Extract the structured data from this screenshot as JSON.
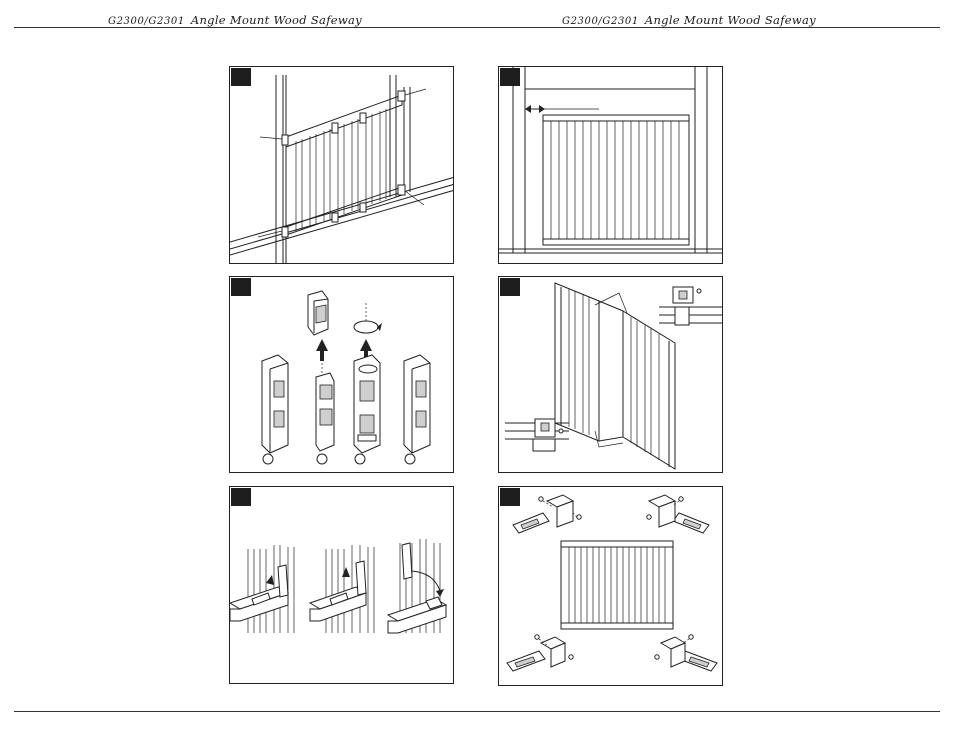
{
  "header": {
    "left": {
      "model": "G2300/G2301",
      "title": "Angle Mount Wood Safeway"
    },
    "right": {
      "model": "G2300/G2301",
      "title": "Angle Mount Wood Safeway"
    }
  },
  "panels": [
    {
      "id": "p1",
      "content": "gate installed at angle between posts, callout lines to hardware"
    },
    {
      "id": "p2",
      "content": "four views of hinge mount assembly with cap, arrows and rotation symbol"
    },
    {
      "id": "p3",
      "content": "three views of gate rail inserting into latch mount"
    },
    {
      "id": "p4",
      "content": "gate in doorway with gap measurement arrow"
    },
    {
      "id": "p5",
      "content": "folding gate with mounting bracket detail insets"
    },
    {
      "id": "p6",
      "content": "gate with four corner mount brackets and screws, exploded view"
    }
  ]
}
